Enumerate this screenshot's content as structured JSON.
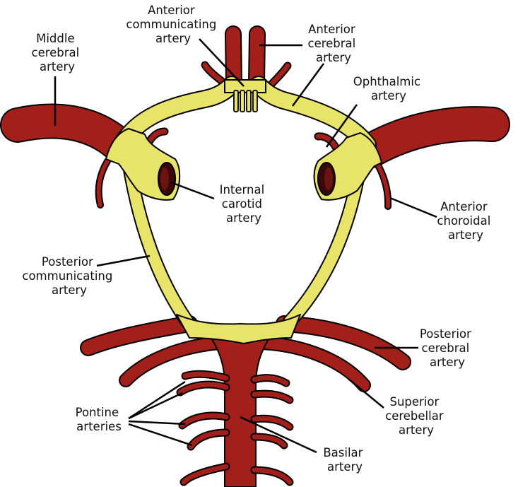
{
  "colors": {
    "artery_red": "#a31f1a",
    "circle_yellow": "#e8e46a",
    "outline": "#000000",
    "lumen_dark": "#3a0808",
    "background": "#ffffff"
  },
  "labels": {
    "middle_cerebral": [
      "Middle",
      "cerebral",
      "artery"
    ],
    "anterior_communicating": [
      "Anterior",
      "communicating",
      "artery"
    ],
    "anterior_cerebral": [
      "Anterior",
      "cerebral",
      "artery"
    ],
    "ophthalmic": [
      "Ophthalmic",
      "artery"
    ],
    "internal_carotid": [
      "Internal",
      "carotid",
      "artery"
    ],
    "anterior_choroidal": [
      "Anterior",
      "choroidal",
      "artery"
    ],
    "posterior_communicating": [
      "Posterior",
      "communicating",
      "artery"
    ],
    "posterior_cerebral": [
      "Posterior",
      "cerebral",
      "artery"
    ],
    "superior_cerebellar": [
      "Superior",
      "cerebellar",
      "artery"
    ],
    "pontine": [
      "Pontine",
      "arteries"
    ],
    "basilar": [
      "Basilar",
      "artery"
    ]
  }
}
